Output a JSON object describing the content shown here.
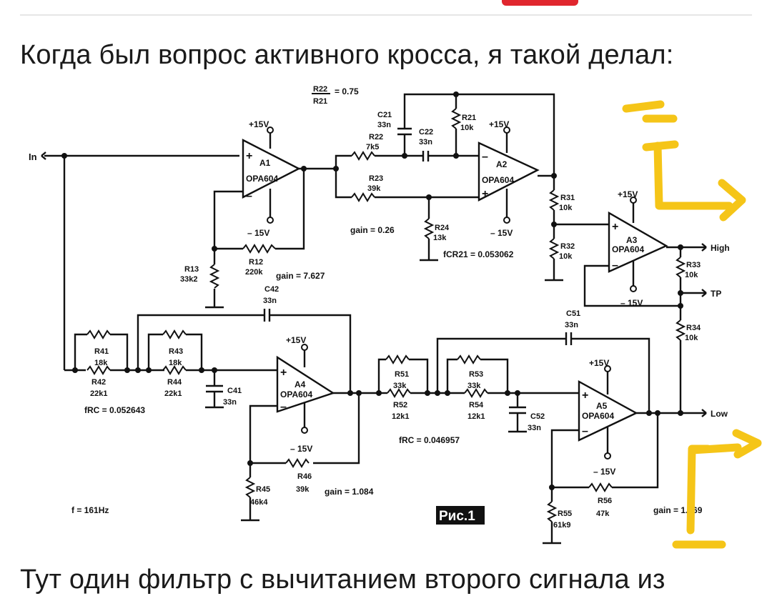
{
  "header": {
    "red_button_color": "#e0262e"
  },
  "post": {
    "intro_text": "Когда был вопрос активного кросса, я такой делал:",
    "continuation_text": "Тут один фильтр с вычитанием второго сигнала из"
  },
  "schematic": {
    "input_label": "In",
    "ratio_label_num": "R22",
    "ratio_label_den": "R21",
    "ratio_value": "= 0.75",
    "opamps": [
      {
        "name": "A1",
        "model": "OPA604"
      },
      {
        "name": "A2",
        "model": "OPA604"
      },
      {
        "name": "A3",
        "model": "OPA604"
      },
      {
        "name": "A4",
        "model": "OPA604"
      },
      {
        "name": "A5",
        "model": "OPA604"
      }
    ],
    "supply_pos": "+15V",
    "supply_neg": "– 15V",
    "components": {
      "C21": {
        "ref": "C21",
        "value": "33n"
      },
      "C22": {
        "ref": "C22",
        "value": "33n"
      },
      "R21": {
        "ref": "R21",
        "value": "10k"
      },
      "R22": {
        "ref": "R22",
        "value": "7k5"
      },
      "R23": {
        "ref": "R23",
        "value": "39k"
      },
      "R24": {
        "ref": "R24",
        "value": "13k"
      },
      "R31": {
        "ref": "R31",
        "value": "10k"
      },
      "R32": {
        "ref": "R32",
        "value": "10k"
      },
      "R33": {
        "ref": "R33",
        "value": "10k"
      },
      "R34": {
        "ref": "R34",
        "value": "10k"
      },
      "R12": {
        "ref": "R12",
        "value": "220k"
      },
      "R13": {
        "ref": "R13",
        "value": "33k2"
      },
      "C42": {
        "ref": "C42",
        "value": "33n"
      },
      "R41": {
        "ref": "R41",
        "value": "18k"
      },
      "R42": {
        "ref": "R42",
        "value": "22k1"
      },
      "R43": {
        "ref": "R43",
        "value": "18k"
      },
      "R44": {
        "ref": "R44",
        "value": "22k1"
      },
      "C41": {
        "ref": "C41",
        "value": "33n"
      },
      "R45": {
        "ref": "R45",
        "value": "46k4"
      },
      "R46": {
        "ref": "R46",
        "value": "39k"
      },
      "C51": {
        "ref": "C51",
        "value": "33n"
      },
      "R51": {
        "ref": "R51",
        "value": "33k"
      },
      "R52": {
        "ref": "R52",
        "value": "12k1"
      },
      "R53": {
        "ref": "R53",
        "value": "33k"
      },
      "R54": {
        "ref": "R54",
        "value": "12k1"
      },
      "C52": {
        "ref": "C52",
        "value": "33n"
      },
      "R55": {
        "ref": "R55",
        "value": "61k9"
      },
      "R56": {
        "ref": "R56",
        "value": "47k"
      }
    },
    "annotations": {
      "gain_a1": "gain = 7.627",
      "gain_a2": "gain = 0.26",
      "fcr21": "fCR21 = 0.053062",
      "frc4": "fRC = 0.052643",
      "gain_a4": "gain = 1.084",
      "frc5": "fRC = 0.046957",
      "gain_a5": "gain = 1.769",
      "freq": "f = 161Hz",
      "figure_label": "Рис.1"
    },
    "outputs": {
      "high": "High",
      "tp": "TP",
      "low": "Low"
    },
    "highlight_color": "#f5c518"
  }
}
